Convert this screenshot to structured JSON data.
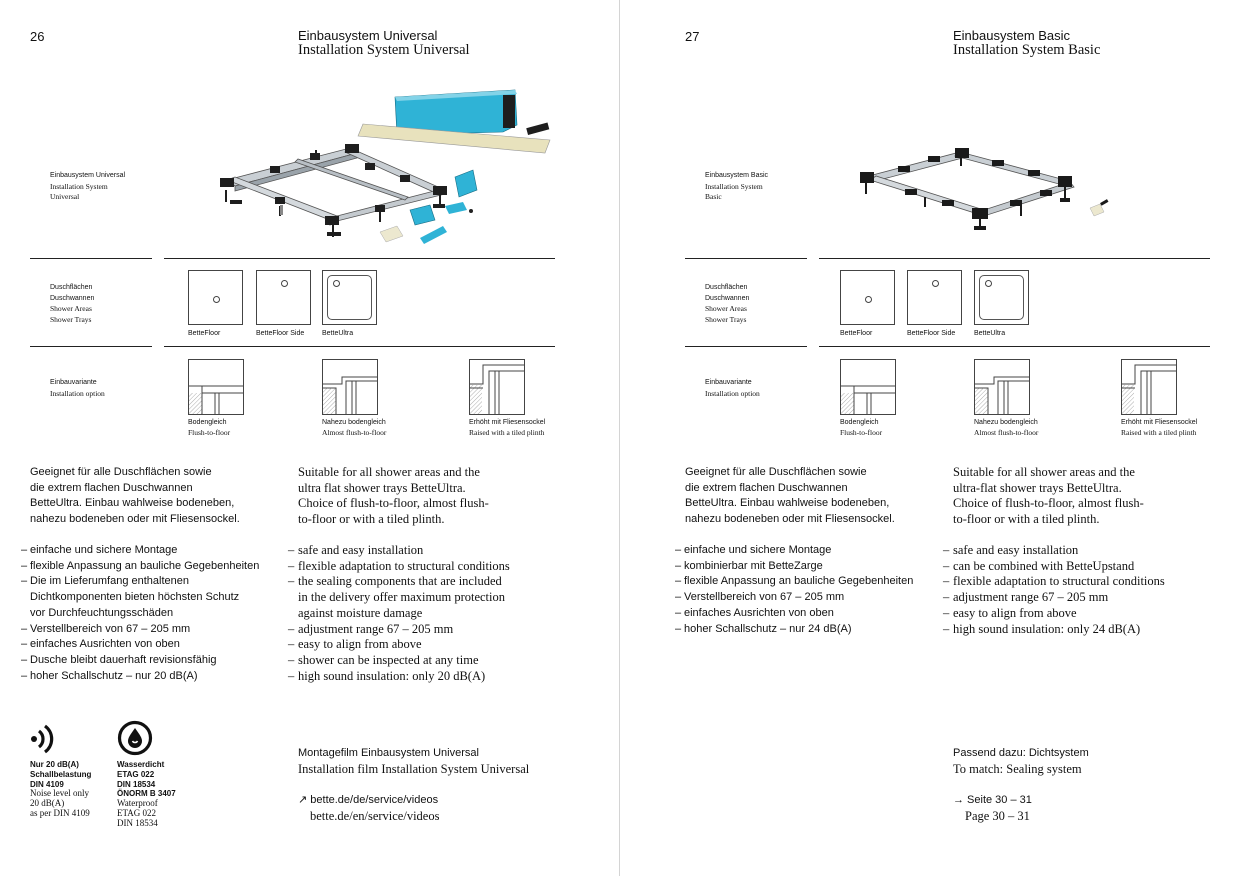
{
  "left": {
    "page_number": "26",
    "title_de": "Einbausystem Universal",
    "title_en": "Installation System Universal",
    "product_label": [
      "Einbausystem Universal",
      "Installation System",
      "Universal"
    ],
    "shower_label": [
      "Duschflächen",
      "Duschwannen",
      "Shower Areas",
      "Shower Trays"
    ],
    "trays": [
      "BetteFloor",
      "BetteFloor Side",
      "BetteUltra"
    ],
    "install_label": [
      "Einbauvariante",
      "Installation option"
    ],
    "options": [
      {
        "de": "Bodengleich",
        "en": "Flush-to-floor"
      },
      {
        "de": "Nahezu bodengleich",
        "en": "Almost flush-to-floor"
      },
      {
        "de": "Erhöht mit Fliesensockel",
        "en": "Raised with a tiled plinth"
      }
    ],
    "intro_de": [
      "Geeignet für alle Duschflächen sowie",
      "die extrem flachen Duschwannen",
      "BetteUltra. Einbau wahlweise bodeneben,",
      "nahezu bodeneben oder mit Fliesensockel."
    ],
    "intro_en": [
      "Suitable for all shower areas and the",
      "ultra flat shower trays BetteUltra.",
      "Choice of flush-to-floor, almost flush-",
      "to-floor or with a tiled plinth."
    ],
    "features_de": [
      "einfache und sichere Montage",
      "flexible Anpassung an bauliche Gegebenheiten",
      "Die im Lieferumfang enthaltenen",
      "Verstellbereich von 67 – 205 mm",
      "einfaches Ausrichten von oben",
      "Dusche bleibt dauerhaft revisionsfähig",
      "hoher Schallschutz – nur 20 dB(A)"
    ],
    "features_de_cont": [
      "Dichtkomponenten bieten höchsten Schutz",
      "vor Durchfeuchtungsschäden"
    ],
    "features_en": [
      "safe and easy installation",
      "flexible adaptation to structural conditions",
      "the sealing components that are included",
      "adjustment range 67 – 205 mm",
      "easy to align from above",
      "shower can be inspected at any time",
      "high sound insulation: only 20 dB(A)"
    ],
    "features_en_cont": [
      "in the delivery offer maximum protection",
      "against moisture damage"
    ],
    "cert_sound": {
      "b": [
        "Nur 20 dB(A)",
        "Schallbelastung",
        "DIN 4109"
      ],
      "r": [
        "Noise level only",
        "20 dB(A)",
        "as per DIN 4109"
      ]
    },
    "cert_water": {
      "b": [
        "Wasserdicht",
        "ETAG 022",
        "DIN 18534",
        "ÖNORM B 3407"
      ],
      "r": [
        "Waterproof",
        "ETAG 022",
        "DIN 18534"
      ]
    },
    "film_de": "Montagefilm Einbausystem Universal",
    "film_en": "Installation film Installation System Universal",
    "link_de": "↗ bette.de/de/service/videos",
    "link_en": "bette.de/en/service/videos"
  },
  "right": {
    "page_number": "27",
    "title_de": "Einbausystem Basic",
    "title_en": "Installation System Basic",
    "product_label": [
      "Einbausystem Basic",
      "Installation System",
      "Basic"
    ],
    "shower_label": [
      "Duschflächen",
      "Duschwannen",
      "Shower Areas",
      "Shower Trays"
    ],
    "trays": [
      "BetteFloor",
      "BetteFloor Side",
      "BetteUltra"
    ],
    "install_label": [
      "Einbauvariante",
      "Installation option"
    ],
    "options": [
      {
        "de": "Bodengleich",
        "en": "Flush-to-floor"
      },
      {
        "de": "Nahezu bodengleich",
        "en": "Almost flush-to-floor"
      },
      {
        "de": "Erhöht mit Fliesensockel",
        "en": "Raised with a tiled plinth"
      }
    ],
    "intro_de": [
      "Geeignet für alle Duschflächen sowie",
      "die extrem flachen Duschwannen",
      "BetteUltra. Einbau wahlweise bodeneben,",
      "nahezu bodeneben oder mit Fliesensockel."
    ],
    "intro_en": [
      "Suitable for all shower areas and the",
      "ultra-flat shower trays BetteUltra.",
      "Choice of flush-to-floor, almost flush-",
      "to-floor or with a tiled plinth."
    ],
    "features_de": [
      "einfache und sichere Montage",
      "kombinierbar mit BetteZarge",
      "flexible Anpassung an bauliche Gegebenheiten",
      "Verstellbereich von 67 – 205 mm",
      "einfaches Ausrichten von oben",
      "hoher Schallschutz – nur 24 dB(A)"
    ],
    "features_en": [
      "safe and easy installation",
      "can be combined with BetteUpstand",
      "flexible adaptation to structural conditions",
      "adjustment range 67 – 205 mm",
      "easy to align from above",
      "high sound insulation: only 24 dB(A)"
    ],
    "match_de": "Passend dazu: Dichtsystem",
    "match_en": "To match: Sealing system",
    "ref_de": "→ Seite 30 – 31",
    "ref_en": "Page 30 – 31"
  }
}
